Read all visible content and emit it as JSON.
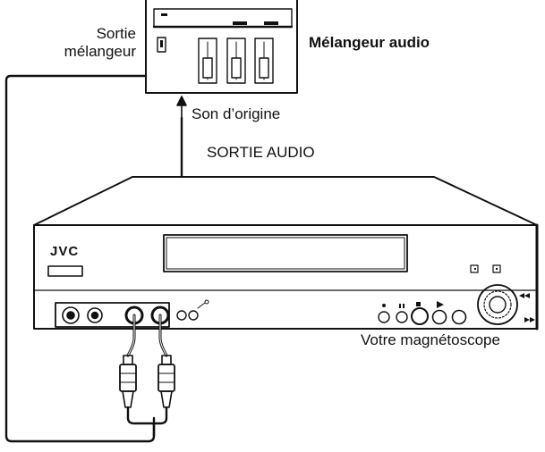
{
  "labels": {
    "mixer_output": [
      "Sortie",
      "mélangeur"
    ],
    "audio_mixer": "Mélangeur audio",
    "original_sound": "Son d’origine",
    "audio_out": "SORTIE AUDIO",
    "your_vcr": "Votre magnétoscope",
    "brand": "JVC"
  },
  "colors": {
    "ink": "#111111",
    "background": "#ffffff"
  },
  "icons": [
    "arrow-up-icon",
    "rca-plug-icon",
    "s-video-jack-icon",
    "jog-dial-icon"
  ]
}
